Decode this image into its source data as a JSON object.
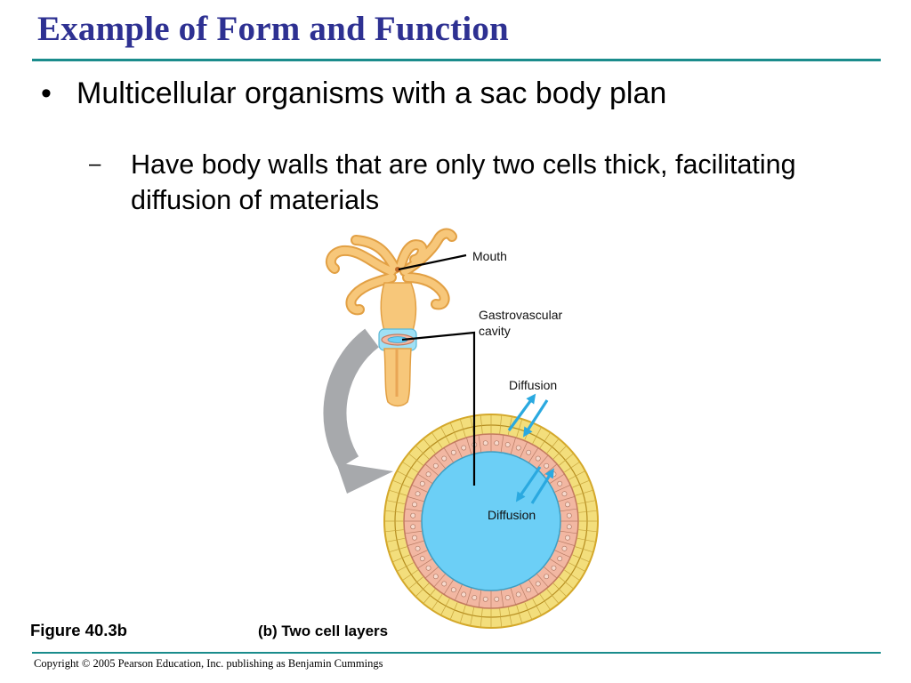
{
  "slide": {
    "title": "Example of Form and Function",
    "bullet": {
      "marker": "•",
      "text": "Multicellular organisms with a sac body plan",
      "sub": {
        "marker": "–",
        "text": "Have body walls that are only two cells thick, facilitating diffusion of materials"
      }
    }
  },
  "figure": {
    "labels": {
      "mouth": "Mouth",
      "cavity": "Gastrovascular cavity",
      "diffusion_outer": "Diffusion",
      "diffusion_inner": "Diffusion"
    },
    "number": "Figure 40.3b",
    "caption": "(b) Two cell layers",
    "colors": {
      "body": "#f7c77a",
      "ectoderm": "#f3de7c",
      "endoderm": "#f2b7a2",
      "cavity": "#6ccff6",
      "arrow": "#2aa9e0"
    }
  },
  "footer": {
    "copyright": "Copyright © 2005 Pearson Education, Inc. publishing as Benjamin Cummings"
  }
}
